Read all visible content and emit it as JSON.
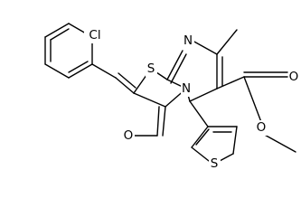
{
  "molecule": {
    "atoms": {
      "chlorine": "Cl",
      "ring_nitrogen_top": "N",
      "ring_nitrogen_fused": "N",
      "thiazole_sulfur": "S",
      "thiophene_sulfur": "S",
      "ketone_oxygen": "O",
      "ester_carbonyl_oxygen": "O",
      "ester_ether_oxygen": "O"
    }
  }
}
